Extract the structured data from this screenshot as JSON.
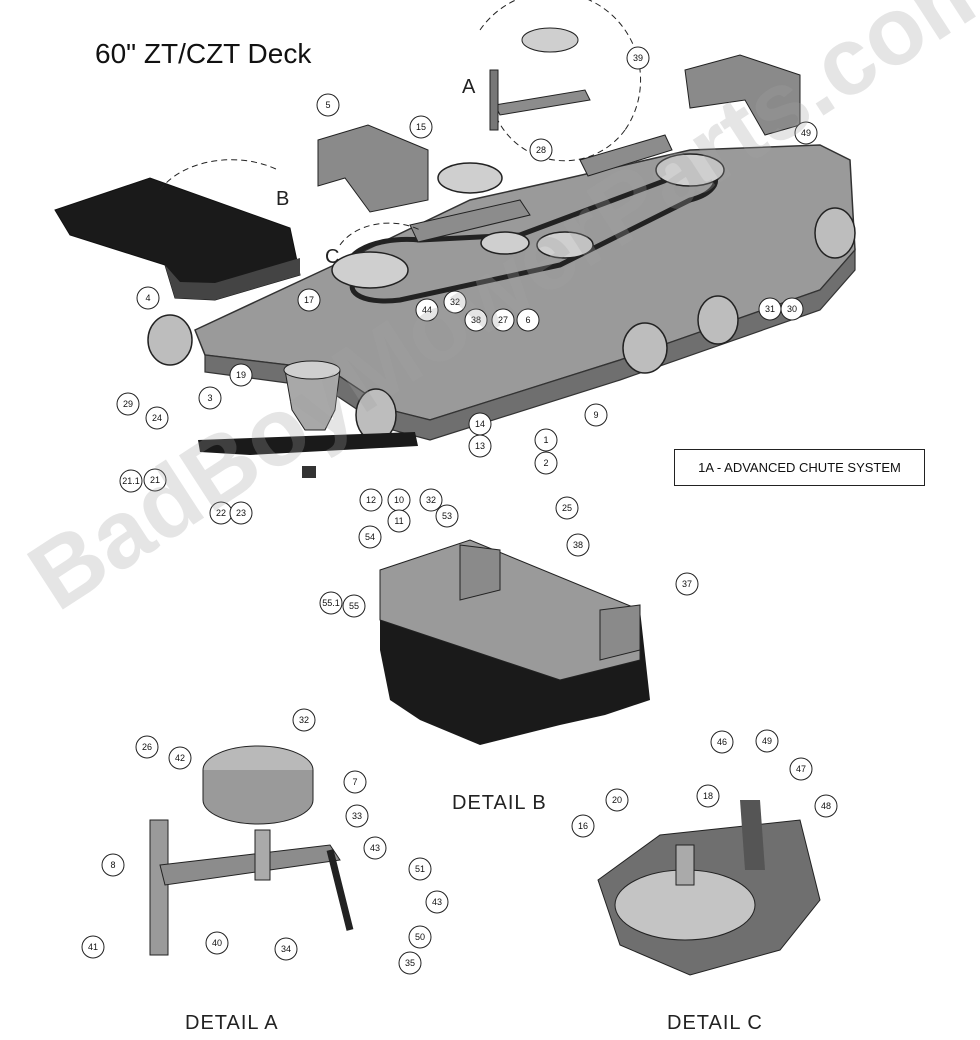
{
  "title": "60\" ZT/CZT Deck",
  "chute_label": "1A - ADVANCED CHUTE SYSTEM",
  "watermark": "BadBoyMowerParts.com",
  "details": {
    "a": "DETAIL  A",
    "b": "DETAIL  B",
    "c": "DETAIL  C"
  },
  "letters": {
    "a": "A",
    "b": "B",
    "c": "C"
  },
  "callouts": [
    "39",
    "5",
    "15",
    "28",
    "49",
    "4",
    "17",
    "44",
    "32",
    "38",
    "27",
    "6",
    "31",
    "30",
    "29",
    "24",
    "19",
    "3",
    "14",
    "13",
    "9",
    "1",
    "2",
    "21.1",
    "21",
    "12",
    "10",
    "11",
    "32",
    "22",
    "23",
    "25",
    "54",
    "53",
    "38",
    "37",
    "55.1",
    "55",
    "32",
    "26",
    "42",
    "7",
    "33",
    "43",
    "8",
    "51",
    "43",
    "50",
    "35",
    "41",
    "40",
    "34",
    "46",
    "49",
    "47",
    "48",
    "20",
    "18",
    "16"
  ],
  "colors": {
    "deck": "#9a9a9a",
    "deck_dark": "#6f6f6f",
    "part_black": "#1a1a1a",
    "callout_stroke": "#222222"
  }
}
